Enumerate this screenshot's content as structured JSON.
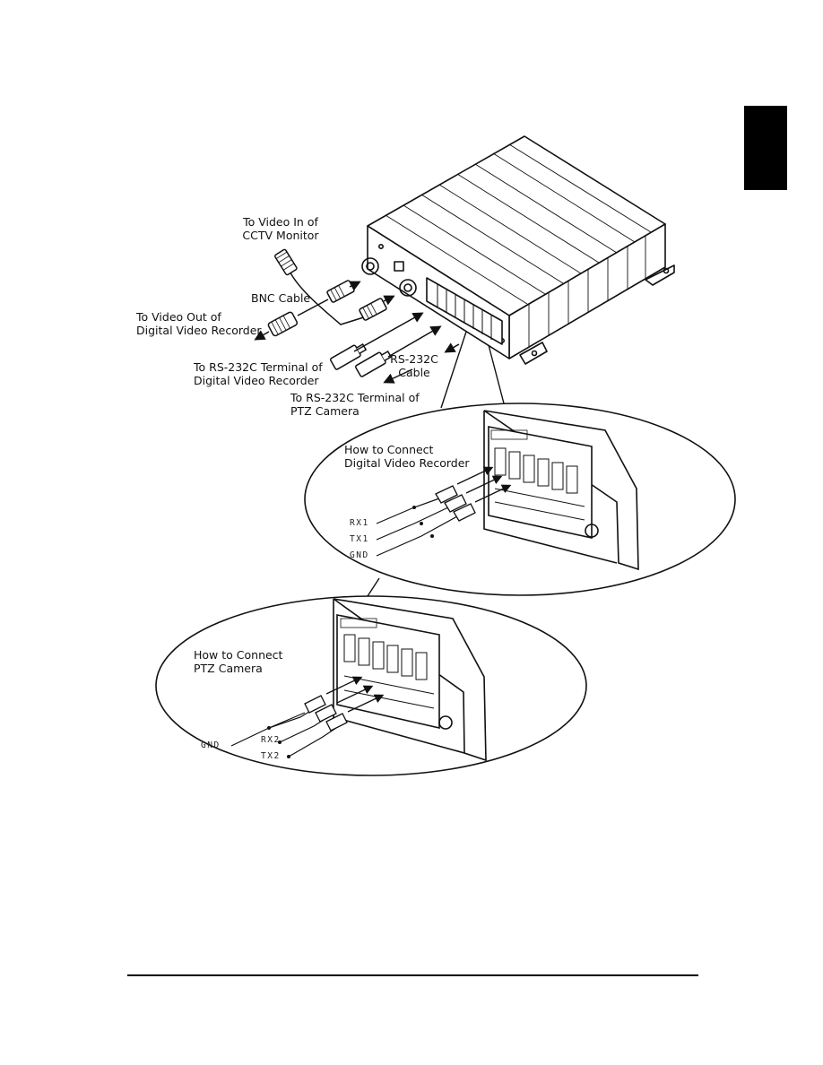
{
  "labels": {
    "video_in_monitor": "To Video In of\nCCTV Monitor",
    "bnc_cable": "BNC Cable",
    "video_out_dvr": "To Video Out of\nDigital Video Recorder",
    "rs232_dvr": "To RS-232C Terminal of\nDigital Video Recorder",
    "rs232_cable": "RS-232C\nCable",
    "rs232_ptz": "To RS-232C Terminal of\nPTZ Camera",
    "connect_dvr": "How to Connect\nDigital Video Recorder",
    "connect_ptz": "How to Connect\nPTZ Camera"
  },
  "pins_dvr": {
    "rx": "RX1",
    "tx": "TX1",
    "gnd": "GND"
  },
  "pins_ptz": {
    "gnd": "GND",
    "rx": "RX2",
    "tx": "TX2"
  },
  "colors": {
    "ink": "#111111",
    "tab": "#000000"
  }
}
